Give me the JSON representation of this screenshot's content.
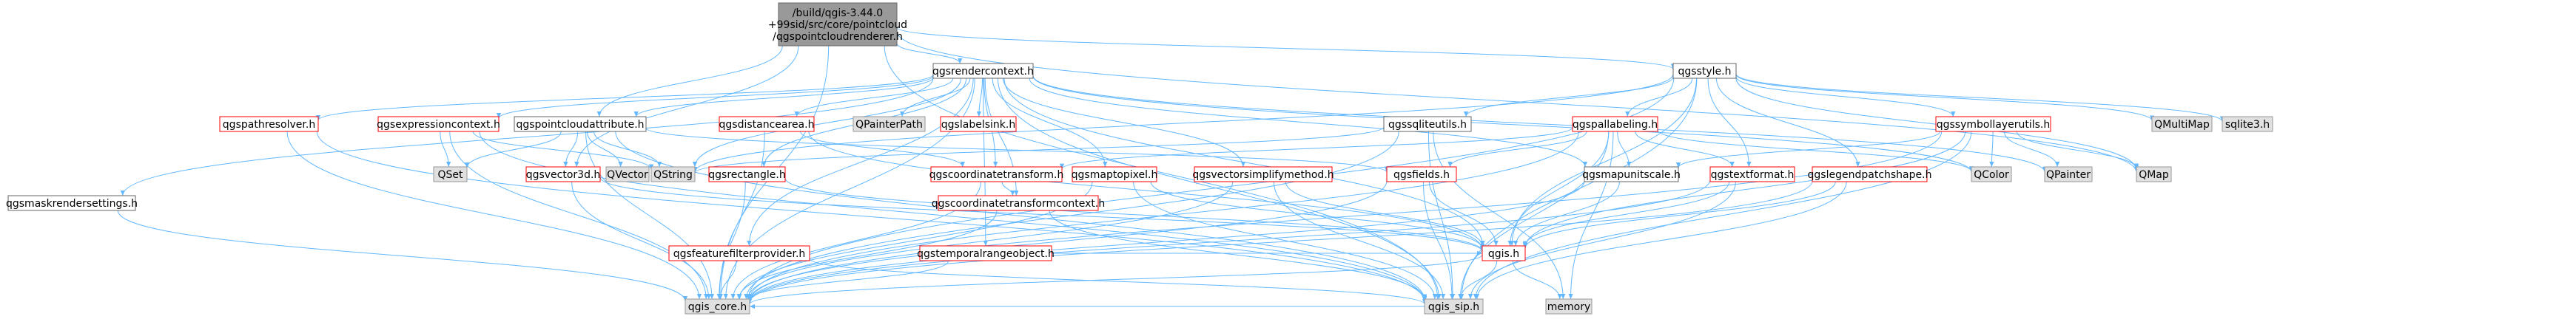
{
  "colors": {
    "root_fill": "#999999",
    "normal_fill": "#ffffff",
    "external_fill": "#e0e0e0",
    "red_border": "#ff0000",
    "gray_border": "#999999",
    "normal_border": "#666666",
    "edge": "#63b8ff"
  },
  "nodes": {
    "root": {
      "lines": [
        "/build/qgis-3.44.0",
        "+99sid/src/core/pointcloud",
        "/qgspointcloudrenderer.h"
      ]
    },
    "rc": {
      "lines": [
        "qgsrendercontext.h"
      ]
    },
    "style": {
      "lines": [
        "qgsstyle.h"
      ]
    },
    "path": {
      "lines": [
        "qgspathresolver.h"
      ]
    },
    "expr": {
      "lines": [
        "qgsexpressioncontext.h"
      ]
    },
    "pca": {
      "lines": [
        "qgspointcloudattribute.h"
      ]
    },
    "mask": {
      "lines": [
        "qgsmaskrendersettings.h"
      ]
    },
    "dist": {
      "lines": [
        "qgsdistancearea.h"
      ]
    },
    "painterpath": {
      "lines": [
        "QPainterPath"
      ]
    },
    "labelsink": {
      "lines": [
        "qgslabelsink.h"
      ]
    },
    "sqlite": {
      "lines": [
        "qgssqliteutils.h"
      ]
    },
    "pal": {
      "lines": [
        "qgspallabeling.h"
      ]
    },
    "symutils": {
      "lines": [
        "qgssymbollayerutils.h"
      ]
    },
    "qmultimap": {
      "lines": [
        "QMultiMap"
      ]
    },
    "sqlite3": {
      "lines": [
        "sqlite3.h"
      ]
    },
    "qset": {
      "lines": [
        "QSet"
      ]
    },
    "vec3d": {
      "lines": [
        "qgsvector3d.h"
      ]
    },
    "qvector": {
      "lines": [
        "QVector"
      ]
    },
    "qstring": {
      "lines": [
        "QString"
      ]
    },
    "rect": {
      "lines": [
        "qgsrectangle.h"
      ]
    },
    "coordtr": {
      "lines": [
        "qgscoordinatetransform.h"
      ]
    },
    "m2p": {
      "lines": [
        "qgsmaptopixel.h"
      ]
    },
    "vsm": {
      "lines": [
        "qgsvectorsimplifymethod.h"
      ]
    },
    "fields": {
      "lines": [
        "qgsfields.h"
      ]
    },
    "mapunit": {
      "lines": [
        "qgsmapunitscale.h"
      ]
    },
    "textfmt": {
      "lines": [
        "qgstextformat.h"
      ]
    },
    "legpatch": {
      "lines": [
        "qgslegendpatchshape.h"
      ]
    },
    "qcolor": {
      "lines": [
        "QColor"
      ]
    },
    "qpainter": {
      "lines": [
        "QPainter"
      ]
    },
    "qmap": {
      "lines": [
        "QMap"
      ]
    },
    "ffp": {
      "lines": [
        "qgsfeaturefilterprovider.h"
      ]
    },
    "temporal": {
      "lines": [
        "qgstemporalrangeobject.h"
      ]
    },
    "ctc": {
      "lines": [
        "qgscoordinatetransformcontext.h"
      ]
    },
    "qgis": {
      "lines": [
        "qgis.h"
      ]
    },
    "memory": {
      "lines": [
        "memory"
      ]
    },
    "core": {
      "lines": [
        "qgis_core.h"
      ]
    },
    "sip": {
      "lines": [
        "qgis_sip.h"
      ]
    }
  }
}
